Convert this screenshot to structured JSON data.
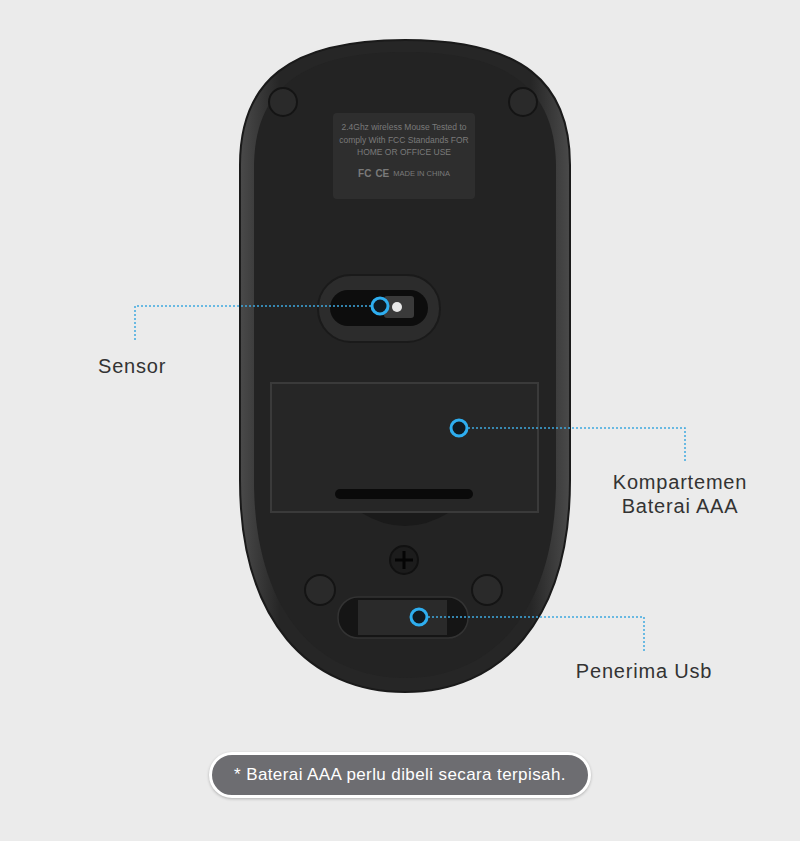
{
  "diagram": {
    "nodes": [
      {
        "text": [
          "2.4Ghz wireless Mouse Tested to comply With FCC Standands FOR HOME OR OFFICE USE",
          "FC",
          "CE",
          "MADE IN CHINA"
        ]
      },
      {
        "text": [
          "* Baterai AAA perlu dibeli secara terpisah."
        ]
      }
    ],
    "labels": [
      "Sensor",
      "Kompartemen Baterai AAA",
      "Penerima Usb"
    ]
  }
}
